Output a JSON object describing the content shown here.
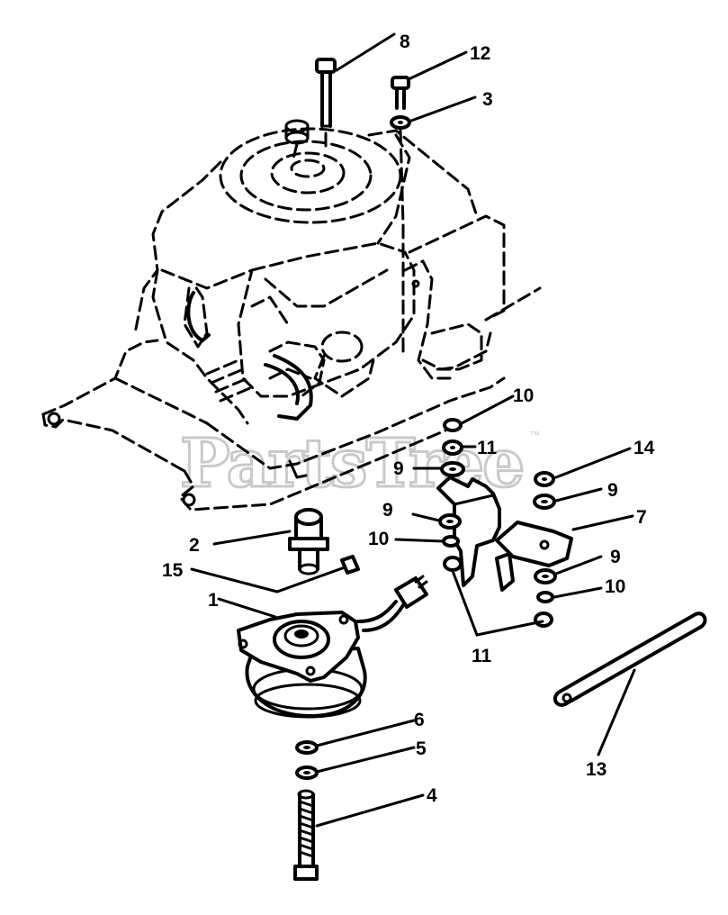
{
  "watermark": {
    "text": "PartsTree",
    "trademark": "™"
  },
  "callouts": {
    "c1": "1",
    "c2": "2",
    "c3": "3",
    "c4": "4",
    "c5": "5",
    "c6": "6",
    "c7": "7",
    "c8": "8",
    "c9a": "9",
    "c9b": "9",
    "c9c": "9",
    "c9d": "9",
    "c10a": "10",
    "c10b": "10",
    "c10c": "10",
    "c11a": "11",
    "c11b": "11",
    "c12": "12",
    "c13": "13",
    "c14": "14",
    "c15": "15"
  }
}
